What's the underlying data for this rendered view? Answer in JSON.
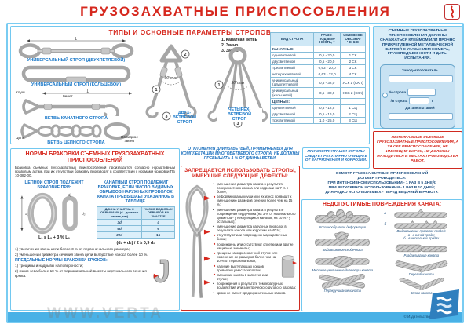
{
  "title": "ГРУЗОЗАХВАТНЫЕ  ПРИСПОСОБЛЕНИЯ",
  "accent": {
    "red": "#d6281e",
    "blue": "#1a6fbd",
    "cyan_border": "#72c8f0",
    "light_blue": "#d9edf8",
    "footer_blue": "#49b1e6"
  },
  "types_panel": {
    "title": "ТИПЫ И ОСНОВНЫЕ ПАРАМЕТРЫ СТРОПОВ",
    "dim_label": "L",
    "captions": {
      "universal2": "УНИВЕРСАЛЬНЫЙ СТРОП (ДВУХПЕТЛЕВОЙ)",
      "ring": "УНИВЕРСАЛЬНЫЙ СТРОП (КОЛЬЦЕВОЙ)",
      "rope_branch": "ВЕТВЬ КАНАТНОГО СТРОПА",
      "chain_branch": "ВЕТВЬ ЦЕПНОГО СТРОПА"
    },
    "labels": {
      "koush": "Коуш",
      "kanat": "Канат",
      "tsep": "Цепь",
      "ovoid": "Овоидное\nзвено"
    },
    "legend": [
      "1. Канатная ветвь",
      "2. Звено",
      "3. Захват"
    ],
    "nums": [
      "1",
      "2",
      "3"
    ],
    "sling2_label": "ДВУХ-\nВЕТВЕВОЙ\nСТРОП",
    "sling4_label": "ЧЕТЫРЕХ-\nВЕТВЕВОЙ\nСТРОП",
    "angle": "90°max"
  },
  "sling_table": {
    "col1": "ВИД СТРОПА",
    "col2": "ГРУЗО-ПОДЪЕМ-НОСТЬ, т",
    "col3": "УСЛОВНОЕ ОБОЗНА-ЧЕНИЕ",
    "rows": [
      [
        "КАНАТНЫЕ:",
        "",
        ""
      ],
      [
        "одноветвевой",
        "0,5 - 20,0",
        "1 СК"
      ],
      [
        "двухветвевой",
        "0,5 - 20,0",
        "2 СК"
      ],
      [
        "трехветвевой",
        "0,63 - 20,0",
        "3 СК"
      ],
      [
        "четырехветвевой",
        "0,63 - 32,0",
        "4 СК"
      ],
      [
        "универсальный (двухпетлевой)",
        "0,5 - 32,0",
        "УСК 1 (СКП)"
      ],
      [
        "универсальный (кольцевой)",
        "0,5 - 32,0",
        "УСК 2 (СКК)"
      ],
      [
        "ЦЕПНЫЕ:",
        "",
        ""
      ],
      [
        "одноветвевой",
        "0,5 - 12,5",
        "1 СЦ"
      ],
      [
        "двухветвевой",
        "0,5 - 16,0",
        "2 СЦ"
      ],
      [
        "трехветвевой",
        "1,0 - 25,0",
        "3 СЦ"
      ]
    ]
  },
  "maintenance_note": "ПРИ ЭКСПЛУАТАЦИИ СТРОПЫ СЛЕДУЕТ РЕГУЛЯРНО ОЧИЩАТЬ ОТ ЗАГРЯЗНЕНИЯ И КОРРОЗИИ.",
  "deviation_note": "ОТКЛОНЕНИЯ ДЛИНЫ ВЕТВЕЙ, ПРИМЕНЯЕМЫХ ДЛЯ КОМПЛЕКТАЦИИ МНОГОВЕТВЕВОГО СТРОПА, НЕ ДОЛЖНЫ ПРЕВЫШАТЬ 1 % ОТ ДЛИНЫ ВЕТВИ.",
  "defects_box": {
    "title": "ЗАПРЕЩАЕТСЯ ИСПОЛЬЗОВАТЬ СТРОПЫ, ИМЕЮЩИЕ СЛЕДУЮЩИЕ ДЕФЕКТЫ:",
    "items": [
      "уменьшение диаметра каната в результате поверхностного износа или коррозии на 7 % и более;",
      "деформированы коуши или их износ приводит к уменьшению размеров сечения более чем на 15 %;",
      "уменьшение диаметра каната в результате повреждения сердечника (на 3 % от номинального диаметра - у некрутящихся канатов, на 10 % - у остальных);",
      "уменьшение диаметра наружных проволок в результате износа или коррозии на 40 %;",
      "отсутствуют или повреждены маркировочные бирки;",
      "повреждены или отсутствуют оплетки или другие защитные элементы;",
      "трещины на опрессовочной втулке или изменение ее размеров более чем на 10 % от первоначальных;",
      "наличие выступающих концов проволоки у места заплетки;",
      "смещение каната в заплетке или втулке;",
      "повреждения в результате температурных воздействий или электрического дугового разряда;",
      "крюки не имеют предохранительных замков."
    ]
  },
  "rejection_panel": {
    "title": "НОРМЫ БРАКОВКИ СЪЕМНЫХ ГРУЗОЗАХВАТНЫХ ПРИСПОСОБЛЕНИЙ",
    "intro": "Браковка съемных грузозахватных приспособлений производится согласно нормативным правовым актам, при их отсутствии браковку производят в соответствии с нормами браковки ПБ 10-382-00.",
    "chain_title": "ЦЕПНОЙ СТРОП ПОДЛЕЖИТ БРАКОВКЕ ПРИ:",
    "rope_title": "КАНАТНЫЙ СТРОП ПОДЛЕЖИТ БРАКОВКЕ, ЕСЛИ ЧИСЛО ВИДИМЫХ ОБРЫВОВ НАРУЖНЫХ ПРОВОЛОК КАНАТА ПРЕВЫШАЕТ УКАЗАННОЕ В ТАБЛИЦЕ.",
    "formula_chain": "L₁ ≤ L₀ + 3 % L₀",
    "formula_rope": "(d₁ + d₂) / 2 ≥ 0,9 d₀",
    "dims": {
      "L1": "L₁",
      "d1": "d₁",
      "d2": "d₂"
    },
    "chain_items": [
      "1) увеличении звена цепи более 3 % от первоначального размера;",
      "2) уменьшении диаметра сечения звена цепи вследствие износа более 10 %."
    ],
    "hooks_title": "ПРЕДЕЛЬНЫЕ НОРМЫ БРАКОВКИ КРЮКОВ:",
    "hooks_items": [
      "1) трещины и надрывы на поверхности;",
      "2) износ зева более 10 % от первоначальной высоты вертикального сечения крюка."
    ],
    "break_table": {
      "col1": "ДЛИНА УЧАСТКА С ОБРЫВАМИ (d - диаметр каната, мм)",
      "col2": "ЧИСЛО ВИДИМЫХ ОБРЫВОВ НА УЧАСТКЕ",
      "rows": [
        [
          "3d",
          "4"
        ],
        [
          "6d",
          "6"
        ],
        [
          "30d",
          "16"
        ]
      ]
    }
  },
  "tag_panel": {
    "text": "СЪЕМНЫЕ ГРУЗОЗАХВАТНЫЕ ПРИСПОСОБЛЕНИЯ ДОЛЖНЫ СНАБЖАТЬСЯ КЛЕЙМОМ ИЛИ ПРОЧНО ПРИКРЕПЛЕННОЙ МЕТАЛЛИЧЕСКОЙ БИРКОЙ С УКАЗАНИЕМ НОМЕРА, ГРУЗОПОДЪЕМНОСТИ И ДАТЫ ИСПЫТАНИЯ.",
    "manufacturer": "Завод-изготовитель",
    "strop_no": "№ стропа",
    "capacity": "Г/П стропа",
    "unit": "т",
    "test_date": "Дата испытаний"
  },
  "faulty_box": "НЕИСПРАВНЫЕ СЪЕМНЫЕ ГРУЗОЗАХВАТНЫЕ ПРИСПОСОБЛЕНИЯ, А ТАКЖЕ ПРИСПОСОБЛЕНИЯ, НЕ ИМЕЮЩИЕ БИРОК, НЕ ДОЛЖНЫ НАХОДИТЬСЯ В МЕСТАХ ПРОИЗВОДСТВА РАБОТ.",
  "inspection": "ОСМОТР ГРУЗОЗАХВАТНЫХ ПРИСПОСОБЛЕНИЙ\nДОЛЖЕН ПРОВОДИТЬСЯ:\nПРИ ИНТЕНСИВНОМ ИСПОЛЬЗОВАНИИ - 1 РАЗ В 5 ДНЕЙ;\nПРИ РЕГУЛЯРНОМ ИСПОЛЬЗОВАНИИ - 1 РАЗ В 10 ДНЕЙ;\nДЛЯ РЕДКО ИСПОЛЬЗУЕМЫХ - ПЕРЕД ВЫДАЧЕЙ В РАБОТУ.",
  "rope_damage": {
    "title": "НЕДОПУСТИМЫЕ ПОВРЕЖДЕНИЯ КАНАТА:",
    "sub_a": "а",
    "sub_b": "б",
    "left": [
      "Корзинообразная деформация",
      "Выдавливание сердечника",
      "Местное увеличение диаметра каната",
      "Перекручивание каната"
    ],
    "right": [
      "Выдавливание проволок прядей:\nа - в одной пряди;\nб - в нескольких прядях",
      "Раздавливание каната",
      "Перегиб каната",
      "Залом каната"
    ]
  },
  "footer": {
    "note": "© Издательство, 2011",
    "watermark": "WWW.VERTA"
  }
}
